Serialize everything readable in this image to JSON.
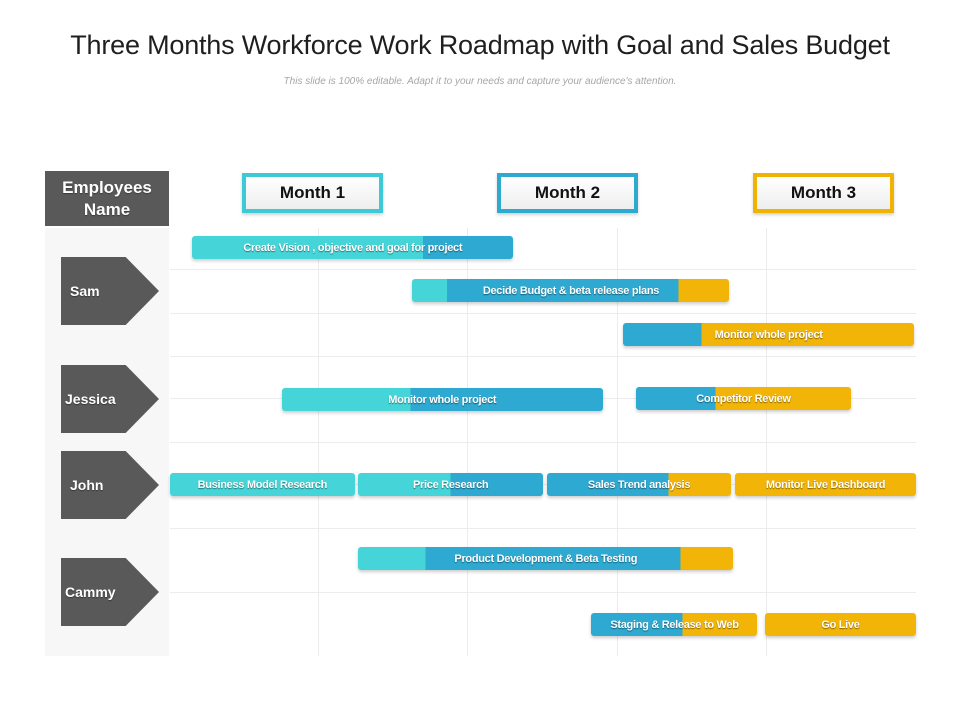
{
  "slide": {
    "title": "Three Months Workforce Work Roadmap with Goal and Sales Budget",
    "subtitle": "This slide is 100% editable. Adapt it to your needs and capture your audience's attention."
  },
  "header": {
    "employees_label": "Employees Name",
    "months": [
      "Month 1",
      "Month 2",
      "Month 3"
    ]
  },
  "colors": {
    "month1": "#45d4d8",
    "month2": "#2ea9d1",
    "month3": "#f2b406",
    "employee_dark": "#595959"
  },
  "employees": [
    {
      "name": "Sam"
    },
    {
      "name": "Jessica"
    },
    {
      "name": "John"
    },
    {
      "name": "Cammy"
    }
  ],
  "tasks": [
    {
      "label": "Create Vision , objective and goal for project",
      "start": 0.12,
      "end": 1.84,
      "colors": [
        "month1",
        "month2"
      ],
      "split": [
        0.72
      ]
    },
    {
      "label": "Decide Budget & beta release plans",
      "start": 1.3,
      "end": 3.0,
      "colors": [
        "month1",
        "month2",
        "month3"
      ],
      "split": [
        0.11,
        0.84
      ]
    },
    {
      "label": "Monitor whole project",
      "start": 2.43,
      "end": 3.99,
      "colors": [
        "month2",
        "month3"
      ],
      "split": [
        0.27
      ]
    },
    {
      "label": "Monitor whole project",
      "start": 0.6,
      "end": 2.32,
      "colors": [
        "month1",
        "month2"
      ],
      "split": [
        0.4
      ]
    },
    {
      "label": "Competitor Review",
      "start": 2.5,
      "end": 3.65,
      "colors": [
        "month2",
        "month3"
      ],
      "split": [
        0.37
      ]
    },
    {
      "label": "Business Model Research",
      "start": 0.0,
      "end": 0.99,
      "colors": [
        "month1"
      ],
      "split": []
    },
    {
      "label": "Price Research",
      "start": 1.01,
      "end": 2.0,
      "colors": [
        "month1",
        "month2"
      ],
      "split": [
        0.5
      ]
    },
    {
      "label": "Sales Trend analysis",
      "start": 2.02,
      "end": 3.01,
      "colors": [
        "month2",
        "month3"
      ],
      "split": [
        0.66
      ]
    },
    {
      "label": "Monitor Live Dashboard",
      "start": 3.03,
      "end": 4.0,
      "colors": [
        "month3"
      ],
      "split": []
    },
    {
      "label": "Product Development & Beta Testing",
      "start": 1.01,
      "end": 3.02,
      "colors": [
        "month1",
        "month2",
        "month3"
      ],
      "split": [
        0.18,
        0.86
      ]
    },
    {
      "label": "Staging & Release to Web",
      "start": 2.26,
      "end": 3.15,
      "colors": [
        "month2",
        "month3"
      ],
      "split": [
        0.55
      ]
    },
    {
      "label": "Go Live",
      "start": 3.19,
      "end": 4.0,
      "colors": [
        "month3"
      ],
      "split": []
    }
  ]
}
